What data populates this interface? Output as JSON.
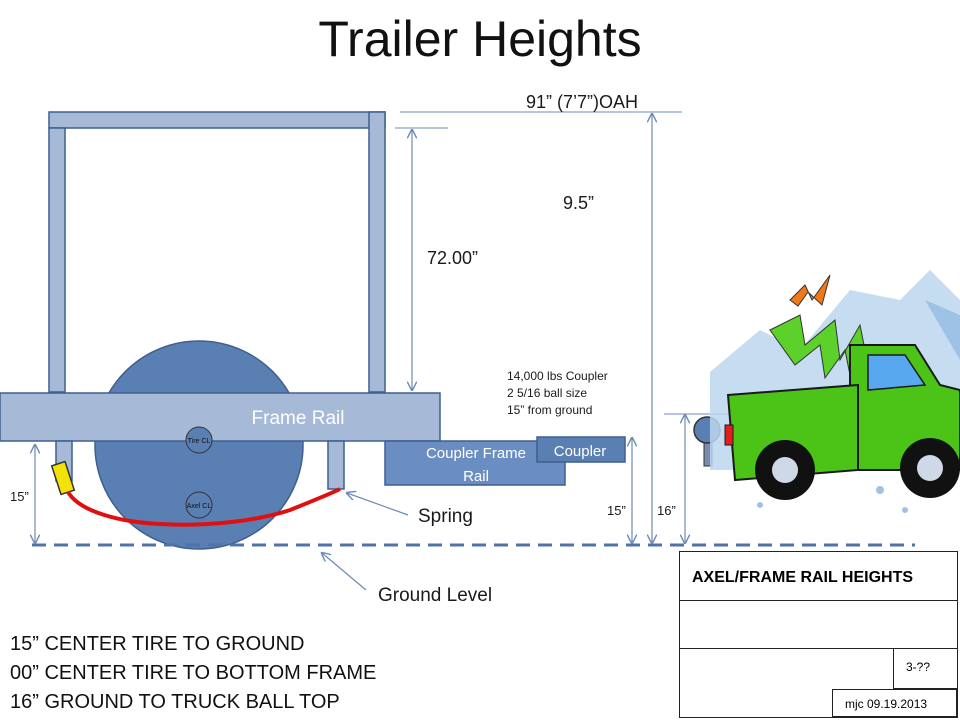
{
  "title": "Trailer Heights",
  "labels": {
    "overall_height": "91” (7’7”)OAH",
    "dim_9_5": "9.5”",
    "dim_72": "72.00”",
    "frame_rail": "Frame Rail",
    "coupler_frame_rail_1": "Coupler Frame",
    "coupler_frame_rail_2": "Rail",
    "coupler": "Coupler",
    "tire_cl": "Tire CL",
    "axel_cl": "Axel CL",
    "dim_15_left": "15”",
    "spring": "Spring",
    "ground_level": "Ground Level",
    "dim_15_coupler": "15”",
    "dim_16": "16”",
    "coupler_spec_1": "14,000 lbs Coupler",
    "coupler_spec_2": "2 5/16 ball size",
    "coupler_spec_3": "15” from ground"
  },
  "notes": [
    "15” CENTER TIRE TO GROUND",
    "00” CENTER TIRE TO BOTTOM FRAME",
    "16” GROUND TO TRUCK BALL TOP"
  ],
  "title_block": {
    "heading": "AXEL/FRAME RAIL HEIGHTS",
    "sheet": "3-??",
    "signature": "mjc 09.19.2013"
  },
  "colors": {
    "frame_fill": "#a6bad8",
    "frame_stroke": "#3f5f8f",
    "tire_fill": "#5a7fb2",
    "rail_fill": "#6b8ec2",
    "spring_red": "#e01010",
    "truck_green": "#4cc417",
    "dim_line": "#6c8bb8"
  }
}
